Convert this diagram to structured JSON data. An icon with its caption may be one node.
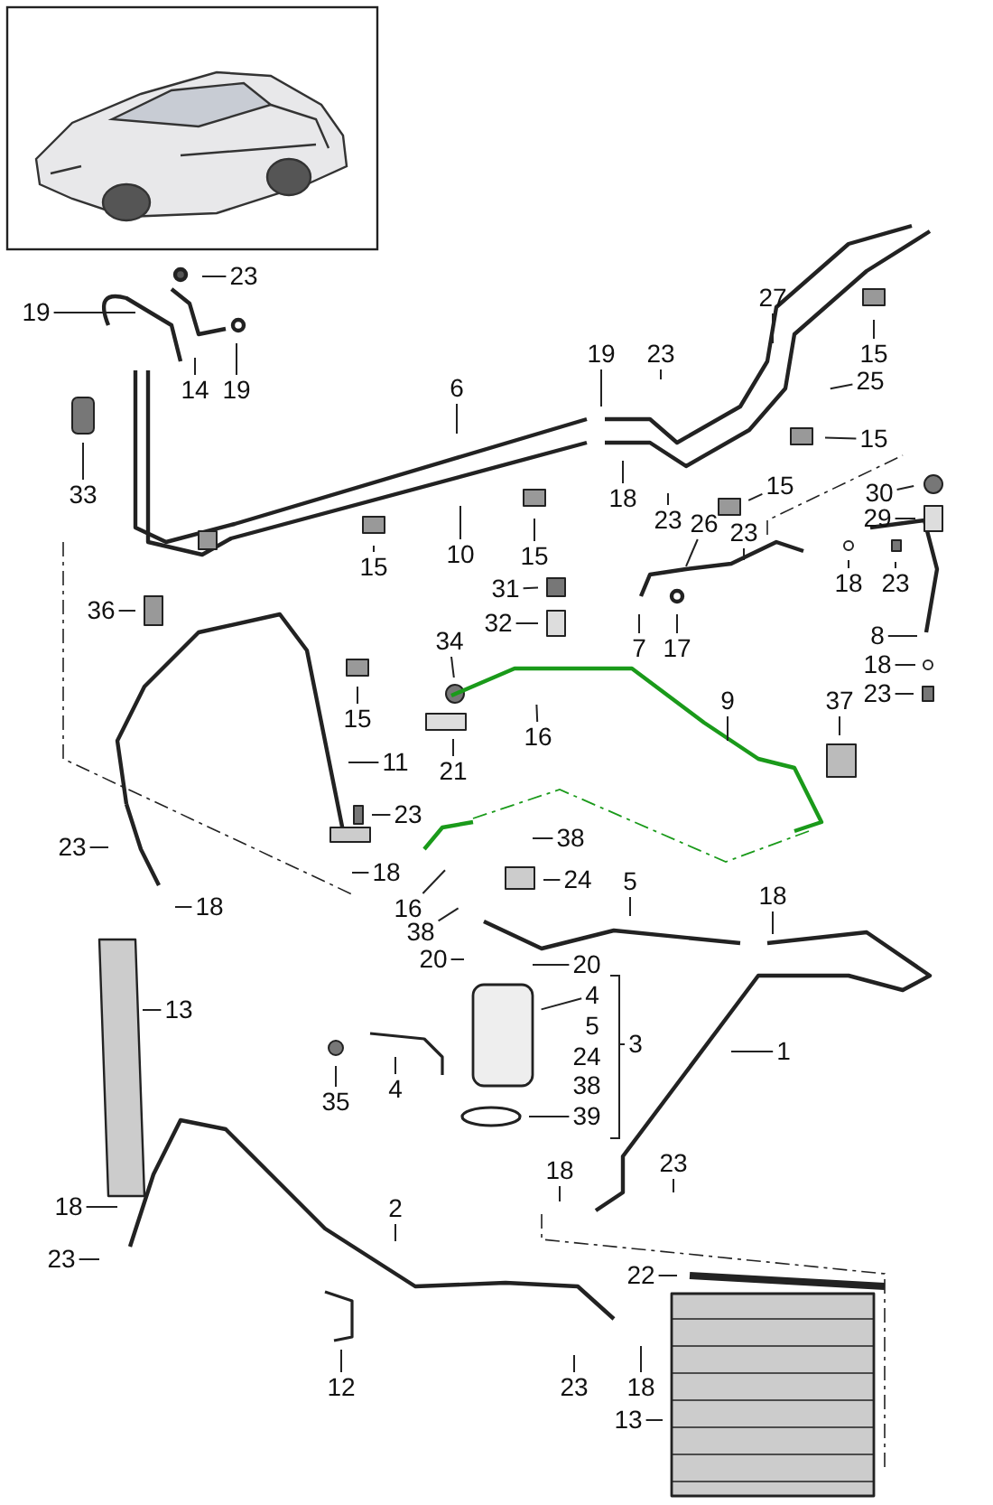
{
  "diagram": {
    "nodes": [
      {
        "text": [
          "23"
        ]
      },
      {
        "text": [
          "19"
        ]
      },
      {
        "text": [
          "6"
        ]
      },
      {
        "text": [
          "14"
        ]
      },
      {
        "text": [
          "19"
        ]
      },
      {
        "text": [
          "19"
        ]
      },
      {
        "text": [
          "23"
        ]
      },
      {
        "text": [
          "27"
        ]
      },
      {
        "text": [
          "15"
        ]
      },
      {
        "text": [
          "25"
        ]
      },
      {
        "text": [
          "15"
        ]
      },
      {
        "text": [
          "33"
        ]
      },
      {
        "text": [
          "18"
        ]
      },
      {
        "text": [
          "15"
        ]
      },
      {
        "text": [
          "30"
        ]
      },
      {
        "text": [
          "26"
        ]
      },
      {
        "text": [
          "23"
        ]
      },
      {
        "text": [
          "23"
        ]
      },
      {
        "text": [
          "29"
        ]
      },
      {
        "text": [
          "10"
        ]
      },
      {
        "text": [
          "15"
        ]
      },
      {
        "text": [
          "15"
        ]
      },
      {
        "text": [
          "18"
        ]
      },
      {
        "text": [
          "23"
        ]
      },
      {
        "text": [
          "31"
        ]
      },
      {
        "text": [
          "36"
        ]
      },
      {
        "text": [
          "8"
        ]
      },
      {
        "text": [
          "32"
        ]
      },
      {
        "text": [
          "34"
        ]
      },
      {
        "text": [
          "18"
        ]
      },
      {
        "text": [
          "7"
        ]
      },
      {
        "text": [
          "17"
        ]
      },
      {
        "text": [
          "23"
        ]
      },
      {
        "text": [
          "9"
        ]
      },
      {
        "text": [
          "37"
        ]
      },
      {
        "text": [
          "15"
        ]
      },
      {
        "text": [
          "16"
        ]
      },
      {
        "text": [
          "21"
        ]
      },
      {
        "text": [
          "11"
        ]
      },
      {
        "text": [
          "23"
        ]
      },
      {
        "text": [
          "38"
        ]
      },
      {
        "text": [
          "23"
        ]
      },
      {
        "text": [
          "18"
        ]
      },
      {
        "text": [
          "24"
        ]
      },
      {
        "text": [
          "5"
        ]
      },
      {
        "text": [
          "18"
        ]
      },
      {
        "text": [
          "16"
        ]
      },
      {
        "text": [
          "18"
        ]
      },
      {
        "text": [
          "38"
        ]
      },
      {
        "text": [
          "20"
        ]
      },
      {
        "text": [
          "20"
        ]
      },
      {
        "text": [
          "4"
        ]
      },
      {
        "text": [
          "13"
        ]
      },
      {
        "text": [
          "1"
        ]
      },
      {
        "text": [
          "35"
        ]
      },
      {
        "text": [
          "4"
        ]
      },
      {
        "text": [
          "39"
        ]
      },
      {
        "text": [
          "18"
        ]
      },
      {
        "text": [
          "23"
        ]
      },
      {
        "text": [
          "18"
        ]
      },
      {
        "text": [
          "2"
        ]
      },
      {
        "text": [
          "23"
        ]
      },
      {
        "text": [
          "22"
        ]
      },
      {
        "text": [
          "12"
        ]
      },
      {
        "text": [
          "23"
        ]
      },
      {
        "text": [
          "18"
        ]
      },
      {
        "text": [
          "13"
        ]
      }
    ],
    "edges": [
      {
        "from": 0,
        "to": null,
        "arrow": "none"
      },
      {
        "from": 1,
        "to": null,
        "arrow": "none"
      },
      {
        "from": 2,
        "to": null,
        "arrow": "none"
      },
      {
        "from": 3,
        "to": null,
        "arrow": "none"
      },
      {
        "from": 4,
        "to": null,
        "arrow": "none"
      },
      {
        "from": 5,
        "to": null,
        "arrow": "none"
      },
      {
        "from": 6,
        "to": null,
        "arrow": "none"
      },
      {
        "from": 7,
        "to": null,
        "arrow": "none"
      },
      {
        "from": 8,
        "to": null,
        "arrow": "none"
      },
      {
        "from": 9,
        "to": null,
        "arrow": "none"
      },
      {
        "from": 10,
        "to": null,
        "arrow": "none"
      },
      {
        "from": 11,
        "to": null,
        "arrow": "none"
      },
      {
        "from": 12,
        "to": null,
        "arrow": "none"
      },
      {
        "from": 13,
        "to": null,
        "arrow": "none"
      },
      {
        "from": 14,
        "to": null,
        "arrow": "none"
      },
      {
        "from": 15,
        "to": null,
        "arrow": "none"
      },
      {
        "from": 16,
        "to": null,
        "arrow": "none"
      },
      {
        "from": 17,
        "to": null,
        "arrow": "none"
      },
      {
        "from": 18,
        "to": null,
        "arrow": "none"
      },
      {
        "from": 19,
        "to": null,
        "arrow": "none"
      },
      {
        "from": 20,
        "to": null,
        "arrow": "none"
      },
      {
        "from": 21,
        "to": null,
        "arrow": "none"
      },
      {
        "from": 22,
        "to": null,
        "arrow": "none"
      },
      {
        "from": 23,
        "to": null,
        "arrow": "none"
      },
      {
        "from": 24,
        "to": null,
        "arrow": "none"
      },
      {
        "from": 25,
        "to": null,
        "arrow": "none"
      },
      {
        "from": 26,
        "to": null,
        "arrow": "none"
      },
      {
        "from": 27,
        "to": null,
        "arrow": "none"
      },
      {
        "from": 28,
        "to": null,
        "arrow": "none"
      },
      {
        "from": 29,
        "to": null,
        "arrow": "none"
      },
      {
        "from": 30,
        "to": null,
        "arrow": "none"
      },
      {
        "from": 31,
        "to": null,
        "arrow": "none"
      },
      {
        "from": 32,
        "to": null,
        "arrow": "none"
      },
      {
        "from": 33,
        "to": null,
        "arrow": "none"
      },
      {
        "from": 34,
        "to": null,
        "arrow": "none"
      },
      {
        "from": 35,
        "to": null,
        "arrow": "none"
      },
      {
        "from": 36,
        "to": null,
        "arrow": "none"
      },
      {
        "from": 37,
        "to": null,
        "arrow": "none"
      },
      {
        "from": 38,
        "to": null,
        "arrow": "none"
      },
      {
        "from": 39,
        "to": null,
        "arrow": "none"
      },
      {
        "from": 40,
        "to": null,
        "arrow": "none"
      },
      {
        "from": 41,
        "to": null,
        "arrow": "none"
      },
      {
        "from": 42,
        "to": null,
        "arrow": "none"
      },
      {
        "from": 43,
        "to": null,
        "arrow": "none"
      },
      {
        "from": 44,
        "to": null,
        "arrow": "none"
      },
      {
        "from": 45,
        "to": null,
        "arrow": "none"
      },
      {
        "from": 46,
        "to": null,
        "arrow": "none"
      },
      {
        "from": 47,
        "to": null,
        "arrow": "none"
      },
      {
        "from": 48,
        "to": null,
        "arrow": "none"
      },
      {
        "from": 49,
        "to": null,
        "arrow": "none"
      },
      {
        "from": 50,
        "to": null,
        "arrow": "none"
      },
      {
        "from": 51,
        "to": null,
        "arrow": "none"
      },
      {
        "from": 52,
        "to": null,
        "arrow": "none"
      },
      {
        "from": 53,
        "to": null,
        "arrow": "none"
      },
      {
        "from": 54,
        "to": null,
        "arrow": "none"
      },
      {
        "from": 55,
        "to": null,
        "arrow": "none"
      },
      {
        "from": 56,
        "to": null,
        "arrow": "none"
      },
      {
        "from": 57,
        "to": null,
        "arrow": "none"
      },
      {
        "from": 58,
        "to": null,
        "arrow": "none"
      },
      {
        "from": 59,
        "to": null,
        "arrow": "none"
      },
      {
        "from": 60,
        "to": null,
        "arrow": "none"
      },
      {
        "from": 61,
        "to": null,
        "arrow": "none"
      },
      {
        "from": 62,
        "to": null,
        "arrow": "none"
      },
      {
        "from": 63,
        "to": null,
        "arrow": "none"
      },
      {
        "from": 64,
        "to": null,
        "arrow": "none"
      },
      {
        "from": 65,
        "to": null,
        "arrow": "none"
      },
      {
        "from": 66,
        "to": null,
        "arrow": "none"
      }
    ],
    "labels": [
      "5",
      "24",
      "38",
      "3"
    ]
  }
}
